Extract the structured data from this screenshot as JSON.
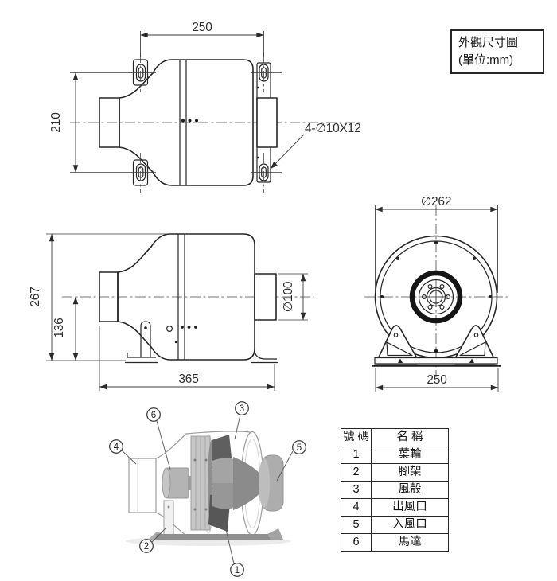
{
  "title_box": {
    "line1": "外觀尺寸圖",
    "line2": "(單位:mm)"
  },
  "dims": {
    "top_width": "250",
    "top_height": "210",
    "hole_note": "4-∅10X12",
    "side_overall_height": "267",
    "side_axis_height": "136",
    "side_duct_diameter": "∅100",
    "side_length": "365",
    "front_diameter": "∅262",
    "front_base_width": "250"
  },
  "callouts": [
    {
      "num": "1"
    },
    {
      "num": "2"
    },
    {
      "num": "3"
    },
    {
      "num": "4"
    },
    {
      "num": "5"
    },
    {
      "num": "6"
    }
  ],
  "parts_table": {
    "header_no": "號 碼",
    "header_name": "名 稱",
    "rows": [
      {
        "no": "1",
        "name": "葉輪"
      },
      {
        "no": "2",
        "name": "腳架"
      },
      {
        "no": "3",
        "name": "風殼"
      },
      {
        "no": "4",
        "name": "出風口"
      },
      {
        "no": "5",
        "name": "入風口"
      },
      {
        "no": "6",
        "name": "馬達"
      }
    ]
  }
}
